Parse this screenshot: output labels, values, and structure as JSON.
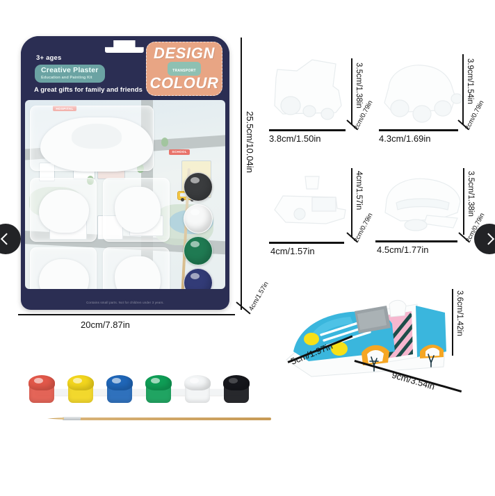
{
  "product": {
    "package": {
      "ages_label": "3+ ages",
      "kit_name": "Creative Plaster",
      "kit_subtitle": "Education and Painting Kit",
      "tagline": "A great gifts for family and friends",
      "logo_line1": "DESIGN",
      "logo_badge": "TRANSPORT",
      "logo_line2": "COLOUR",
      "footer_note": "Contains small parts. Not for children under 3 years.",
      "scene_signs": {
        "hospital": "HOSPITAL",
        "school": "SCHOOL"
      },
      "colors": {
        "header_navy": "#2b2e53",
        "logo_patch": "#e8a584",
        "badge_teal": "#7ec4ba"
      },
      "dimensions": {
        "height": "25.5cm/10.04in",
        "width": "20cm/7.87in",
        "depth": "4cm/1.57in"
      },
      "inner_paint_pots": [
        {
          "name": "black",
          "hex": "#3a3c3e"
        },
        {
          "name": "white",
          "hex": "#f7f8f8"
        },
        {
          "name": "green",
          "hex": "#1f7a52"
        },
        {
          "name": "navy",
          "hex": "#323b77"
        },
        {
          "name": "yellow",
          "hex": "#f2d32c"
        },
        {
          "name": "red",
          "hex": "#e03127"
        }
      ]
    },
    "figures": [
      {
        "name": "plaster-truck",
        "width": "3.8cm/1.50in",
        "height": "3.5cm/1.38in",
        "depth": "2cm/0.79in"
      },
      {
        "name": "plaster-car",
        "width": "4.3cm/1.69in",
        "height": "3.9cm/1.54in",
        "depth": "2cm/0.79in"
      },
      {
        "name": "plaster-boat",
        "width": "4cm/1.57in",
        "height": "4cm/1.57in",
        "depth": "2cm/0.79in"
      },
      {
        "name": "plaster-airplane",
        "width": "4.5cm/1.77in",
        "height": "3.5cm/1.38in",
        "depth": "2cm/0.79in"
      }
    ],
    "paint_set": {
      "pots": [
        {
          "name": "red",
          "hex": "#e2584a"
        },
        {
          "name": "yellow",
          "hex": "#f3d61d"
        },
        {
          "name": "blue",
          "hex": "#1f66b8"
        },
        {
          "name": "green",
          "hex": "#0f9e56"
        },
        {
          "name": "white",
          "hex": "#f4f6f7"
        },
        {
          "name": "black",
          "hex": "#16171c"
        }
      ],
      "brush_label": "paint-brush"
    },
    "finished_model": {
      "name": "painted-convertible-car",
      "dimensions": {
        "height": "3.6cm/1.42in",
        "length": "9cm/3.54in",
        "width": "5cm/1.97in"
      },
      "colors": {
        "body": "#3ab6dd",
        "accent_orange": "#f5a623",
        "headlight_yellow": "#f7e018",
        "windshield": "#9aa2a6",
        "base_white": "#fbfcfc",
        "stripe_pink": "#f6b7cf",
        "stripe_dark": "#1d4d4a"
      }
    }
  },
  "carousel": {
    "prev_label": "Previous image",
    "next_label": "Next image"
  }
}
